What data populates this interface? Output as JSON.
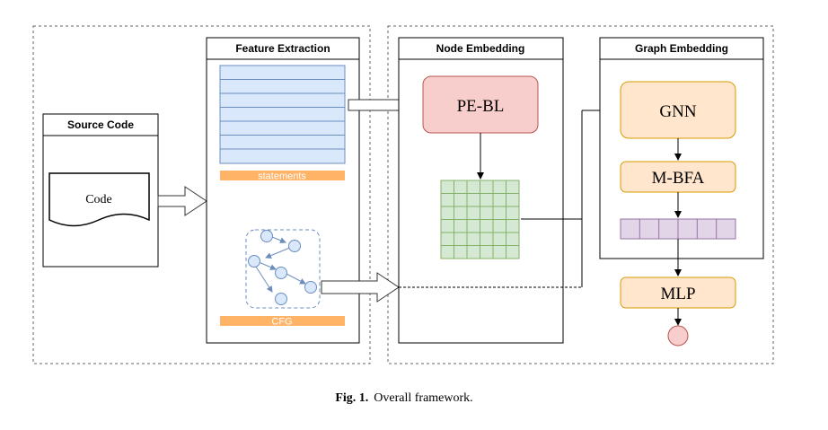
{
  "boxes": {
    "source_code": "Source Code",
    "feature_extraction": "Feature Extraction",
    "node_embedding": "Node Embedding",
    "graph_embedding": "Graph Embedding"
  },
  "nodes": {
    "code": "Code",
    "statements": "statements",
    "cfg": "CFG",
    "pe_bl": "PE-BL",
    "gnn": "GNN",
    "m_bfa": "M-BFA",
    "mlp": "MLP"
  },
  "caption": {
    "label": "Fig.  1.",
    "text": "Overall  framework."
  },
  "colors": {
    "statements_fill": "#dae8fc",
    "statements_stroke": "#6c8ebf",
    "orange_label": "#ffb366",
    "pe_bl_fill": "#f8cecc",
    "pe_bl_stroke": "#b85450",
    "matrix_fill": "#d5e8d4",
    "matrix_stroke": "#82b366",
    "yellow_fill": "#ffe6cc",
    "yellow_stroke": "#d79b00",
    "purple_fill": "#e1d5e7",
    "purple_stroke": "#9673a6",
    "output_fill": "#f8cecc"
  }
}
